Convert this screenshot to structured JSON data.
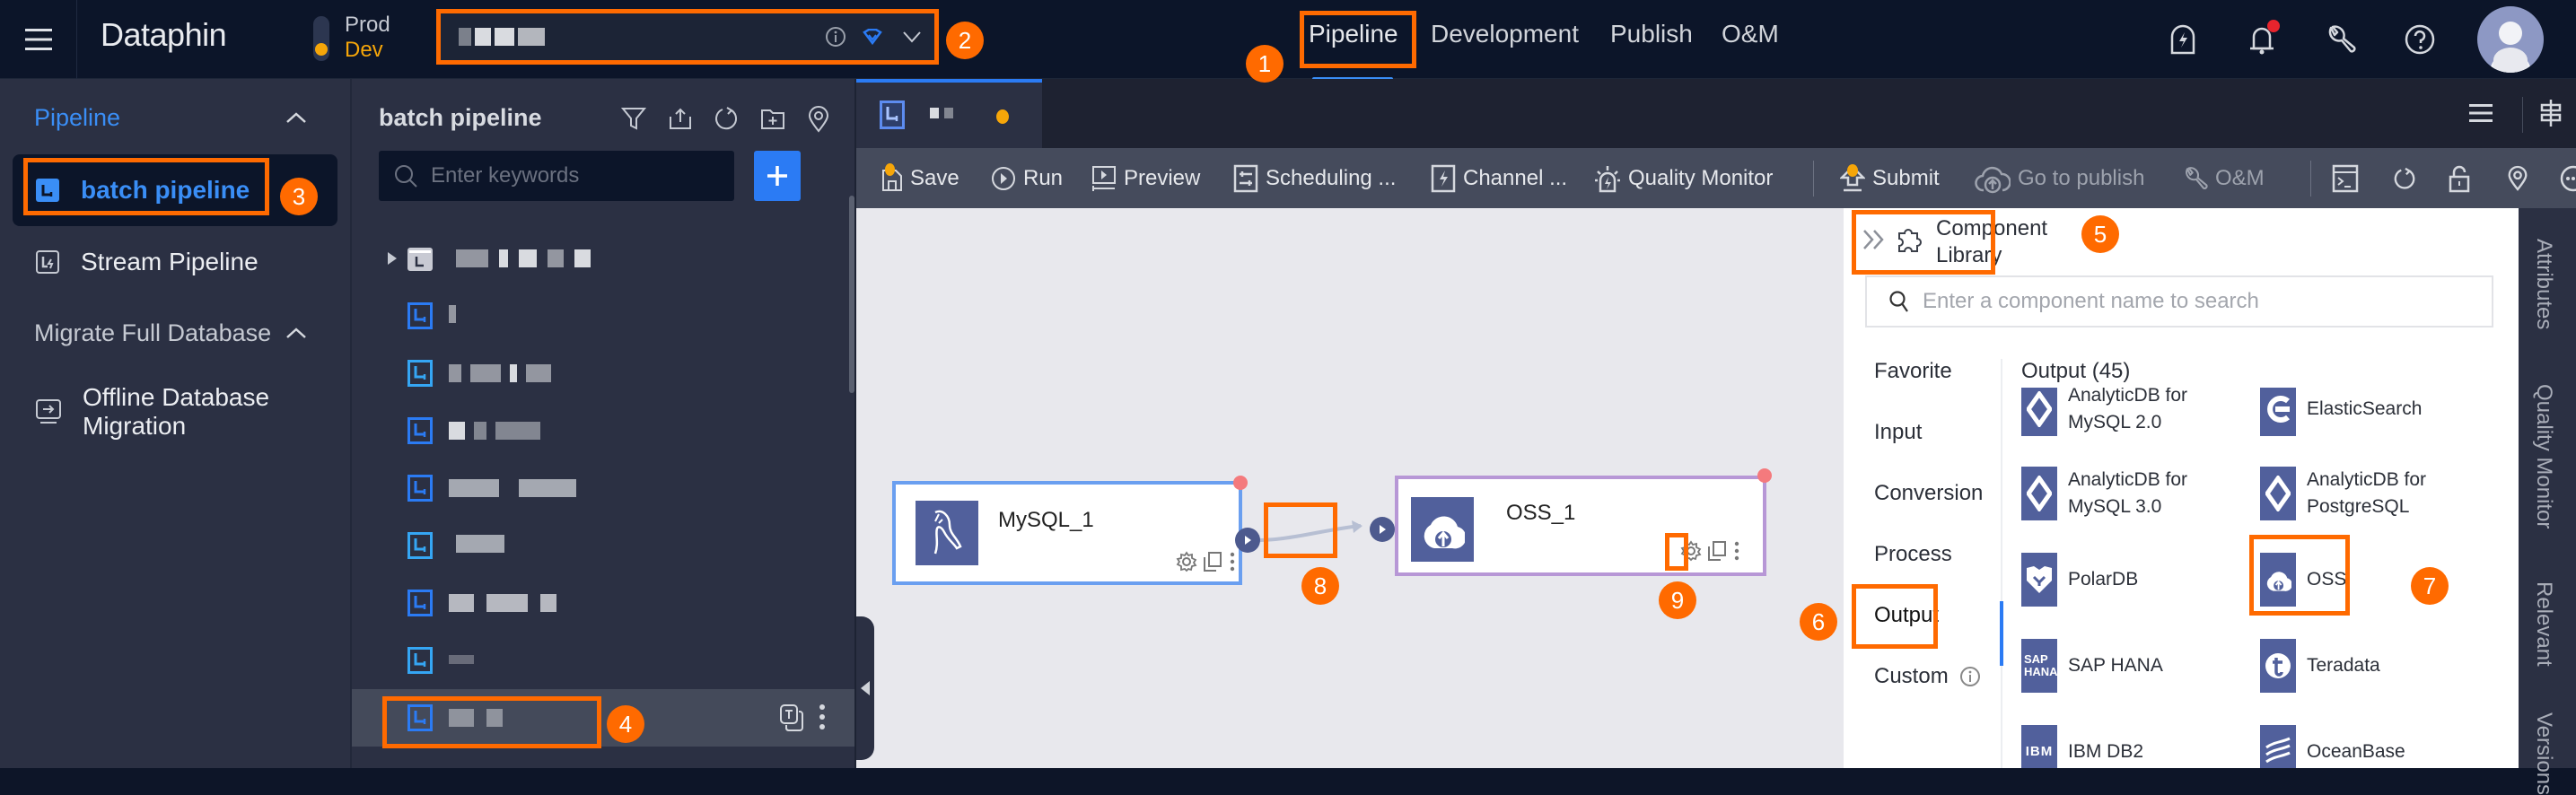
{
  "topbar": {
    "logo": "Dataphin",
    "env": {
      "prod_label": "Prod",
      "dev_label": "Dev",
      "active": "Dev"
    },
    "project_selector": {
      "value": "(redacted project name)"
    },
    "nav": [
      {
        "label": "Pipeline",
        "active": true
      },
      {
        "label": "Development",
        "active": false
      },
      {
        "label": "Publish",
        "active": false
      },
      {
        "label": "O&M",
        "active": false
      }
    ],
    "icons": [
      "flash-icon",
      "notification-bell-icon",
      "wrench-icon",
      "help-icon",
      "avatar"
    ],
    "notification_badge": true
  },
  "left_nav": {
    "sections": [
      {
        "title": "Pipeline",
        "expanded": true,
        "items": [
          {
            "label": "batch pipeline",
            "active": true
          },
          {
            "label": "Stream Pipeline",
            "active": false
          }
        ]
      },
      {
        "title": "Migrate Full Database",
        "expanded": true,
        "items": [
          {
            "label": "Offline Database Migration",
            "active": false
          }
        ]
      }
    ]
  },
  "tree_panel": {
    "title": "batch pipeline",
    "toolbar_icons": [
      "filter-icon",
      "upload-icon",
      "refresh-icon",
      "new-folder-icon",
      "locate-icon"
    ],
    "search_placeholder": "Enter keywords",
    "add_button": "+",
    "items": [
      {
        "type": "folder",
        "name": "(redacted)",
        "widths": [
          40,
          0,
          14,
          0,
          28,
          20,
          20
        ]
      },
      {
        "type": "pipeline",
        "name": "(redacted)",
        "widths": [
          10
        ]
      },
      {
        "type": "pipeline",
        "name": "(redacted)",
        "widths": [
          34,
          36,
          10,
          22,
          20
        ]
      },
      {
        "type": "pipeline",
        "name": "(redacted)",
        "widths": [
          20,
          16,
          54
        ]
      },
      {
        "type": "pipeline",
        "name": "(redacted)",
        "widths": [
          56,
          66
        ]
      },
      {
        "type": "pipeline",
        "name": "(redacted)",
        "widths": [
          56
        ]
      },
      {
        "type": "pipeline",
        "name": "(redacted)",
        "widths": [
          28,
          46,
          18
        ]
      },
      {
        "type": "pipeline",
        "name": "(redacted)",
        "widths": [
          28
        ]
      },
      {
        "type": "pipeline",
        "name": "(redacted)",
        "widths": [
          28,
          18
        ],
        "selected": true
      }
    ]
  },
  "editor": {
    "tab": {
      "name": "(redacted)",
      "unsaved_dot": true
    },
    "tab_tools": [
      "list-icon",
      "align-icon"
    ],
    "toolbar": {
      "save": "Save",
      "run": "Run",
      "preview": "Preview",
      "scheduling": "Scheduling ...",
      "channel": "Channel ...",
      "quality_monitor": "Quality Monitor",
      "submit": "Submit",
      "go_to_publish": "Go to publish",
      "om": "O&M"
    },
    "toolbar_icons_right": [
      "terminal-icon",
      "refresh-icon",
      "unlock-icon",
      "locate-icon",
      "more-icon"
    ]
  },
  "canvas": {
    "nodes": [
      {
        "id": "mysql",
        "label": "MySQL_1",
        "type": "MySQL"
      },
      {
        "id": "oss",
        "label": "OSS_1",
        "type": "OSS"
      }
    ],
    "edge": {
      "from": "MySQL_1",
      "to": "OSS_1"
    }
  },
  "component_library": {
    "title_line1": "Component",
    "title_line2": "Library",
    "search_placeholder": "Enter a component name to search",
    "categories": [
      {
        "label": "Favorite"
      },
      {
        "label": "Input"
      },
      {
        "label": "Conversion"
      },
      {
        "label": "Process"
      },
      {
        "label": "Output",
        "active": true
      },
      {
        "label": "Custom",
        "info": true
      }
    ],
    "section_title": "Output (45)",
    "components": [
      {
        "line1": "AnalyticDB for",
        "line2": "MySQL 2.0",
        "icon": "analyticdb-icon"
      },
      {
        "line1": "ElasticSearch",
        "line2": "",
        "icon": "elasticsearch-icon"
      },
      {
        "line1": "AnalyticDB for",
        "line2": "MySQL 3.0",
        "icon": "analyticdb-icon"
      },
      {
        "line1": "AnalyticDB for",
        "line2": "PostgreSQL",
        "icon": "analyticdb-icon"
      },
      {
        "line1": "PolarDB",
        "line2": "",
        "icon": "polardb-icon"
      },
      {
        "line1": "OSS",
        "line2": "",
        "icon": "oss-icon"
      },
      {
        "line1": "SAP HANA",
        "line2": "",
        "icon": "sap-hana-icon",
        "icon_text": "SAP HANA"
      },
      {
        "line1": "Teradata",
        "line2": "",
        "icon": "teradata-icon"
      },
      {
        "line1": "IBM DB2",
        "line2": "",
        "icon": "ibm-db2-icon",
        "icon_text": "IBM"
      },
      {
        "line1": "OceanBase",
        "line2": "",
        "icon": "oceanbase-icon"
      }
    ]
  },
  "right_tabs": [
    "Attributes",
    "Quality Monitor",
    "Relevant",
    "Versions"
  ],
  "annotations": [
    "1",
    "2",
    "3",
    "4",
    "5",
    "6",
    "7",
    "8",
    "9"
  ],
  "colors": {
    "accent": "#2b7bf4",
    "annotation": "#ff6a00",
    "topbar_bg": "#0c1529",
    "sidebar_bg": "#2b3043",
    "node_icon_bg": "#51609c",
    "env_dev": "#f6a609"
  }
}
